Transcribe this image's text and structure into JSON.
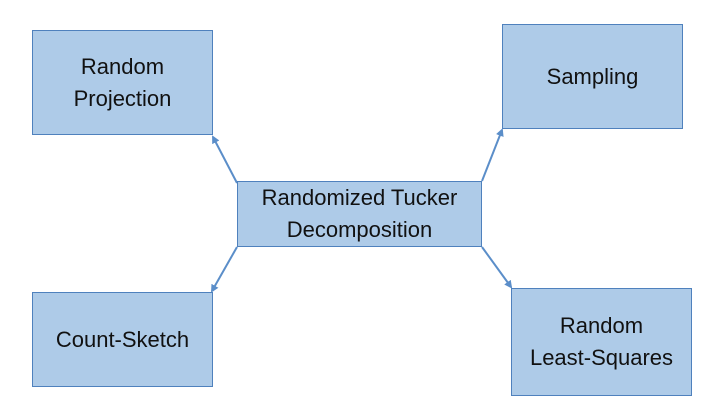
{
  "diagram": {
    "center": {
      "line1": "Randomized Tucker",
      "line2": "Decomposition"
    },
    "nodes": {
      "random_projection": {
        "line1": "Random",
        "line2": "Projection"
      },
      "sampling": {
        "label": "Sampling"
      },
      "count_sketch": {
        "label": "Count-Sketch"
      },
      "random_least_squares": {
        "line1": "Random",
        "line2": "Least-Squares"
      }
    },
    "colors": {
      "box_fill": "#aecbe8",
      "box_border": "#4f81bd",
      "arrow": "#5b8ec9"
    }
  }
}
